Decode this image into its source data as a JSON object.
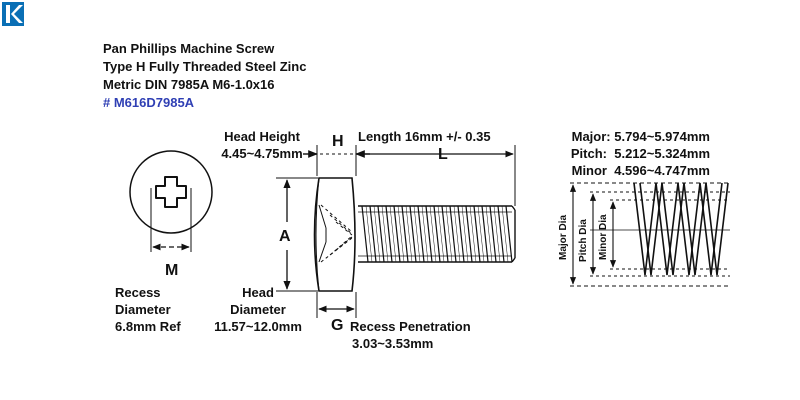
{
  "logo": {
    "icon": "k-logo-icon",
    "color": "#0a6fb5"
  },
  "title": {
    "line1": "Pan Phillips Machine Screw",
    "line2": "Type H Fully Threaded Steel Zinc",
    "line3": "Metric DIN 7985A M6-1.0x16",
    "part_number": "# M616D7985A",
    "part_number_color": "#2f3fb4"
  },
  "head_height": {
    "label": "Head Height",
    "value": "4.45~4.75mm",
    "letter": "H"
  },
  "length": {
    "label": "Length 16mm +/- 0.35",
    "letter": "L"
  },
  "head_diameter": {
    "letter": "A",
    "label_line1": "Head",
    "label_line2": "Diameter",
    "value": "11.57~12.0mm"
  },
  "recess_diameter": {
    "letter": "M",
    "label_line1": "Recess",
    "label_line2": "Diameter",
    "value": "6.8mm Ref"
  },
  "recess_penetration": {
    "letter": "G",
    "label": "Recess Penetration",
    "value": "3.03~3.53mm"
  },
  "thread": {
    "major": "Major: 5.794~5.974mm",
    "pitch": "Pitch:  5.212~5.324mm",
    "minor": "Minor  4.596~4.747mm",
    "major_dia_label": "Major Dia",
    "pitch_dia_label": "Pitch Dia",
    "minor_dia_label": "Minor Dia"
  }
}
